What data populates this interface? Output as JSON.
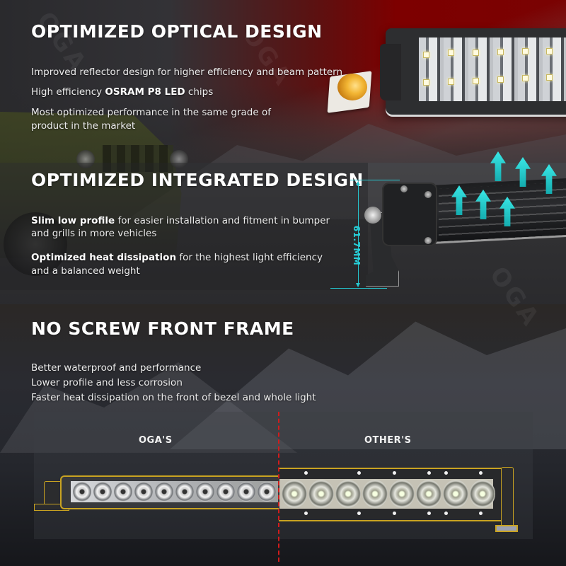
{
  "sections": [
    {
      "id": "optical",
      "heading": "OPTIMIZED OPTICAL DESIGN",
      "bullets": [
        {
          "plain_before": "Improved reflector design for higher efficiency and beam pattern",
          "bold": "",
          "plain_after": ""
        },
        {
          "plain_before": "High efficiency ",
          "bold": "OSRAM P8 LED",
          "plain_after": " chips"
        },
        {
          "plain_before": "Most optimized performance in the same grade of",
          "bold": "",
          "plain_after": ""
        },
        {
          "plain_before": "product in the market",
          "bold": "",
          "plain_after": ""
        }
      ]
    },
    {
      "id": "integrated",
      "heading": "OPTIMIZED INTEGRATED DESIGN",
      "bullets": [
        {
          "plain_before": "",
          "bold": "Slim low profile",
          "plain_after": " for easier installation and fitment in bumper"
        },
        {
          "plain_before": "and grills in more vehicles",
          "bold": "",
          "plain_after": ""
        },
        {
          "plain_before": "",
          "bold": "Optimized heat dissipation",
          "plain_after": " for the highest light efficiency"
        },
        {
          "plain_before": "and a balanced weight",
          "bold": "",
          "plain_after": ""
        }
      ],
      "dimension_label": "61.7MM"
    },
    {
      "id": "frame",
      "heading": "NO SCREW FRONT FRAME",
      "bullets": [
        {
          "plain_before": "Better waterproof and performance",
          "bold": "",
          "plain_after": ""
        },
        {
          "plain_before": "Lower profile and less corrosion",
          "bold": "",
          "plain_after": ""
        },
        {
          "plain_before": "Faster heat dissipation on the front of bezel and whole light",
          "bold": "",
          "plain_after": ""
        }
      ]
    }
  ],
  "comparison": {
    "left_label": "OGA'S",
    "right_label": "OTHER'S"
  },
  "colors": {
    "accent_red": "#7d0000",
    "dimension_cyan": "#25c7d0",
    "highlight_gold": "#c9a321",
    "divider_red": "#d11c1c"
  },
  "icons": {
    "chip": "osram-led-chip-icon",
    "heat_arrows": "heat-flow-arrow-icon"
  }
}
